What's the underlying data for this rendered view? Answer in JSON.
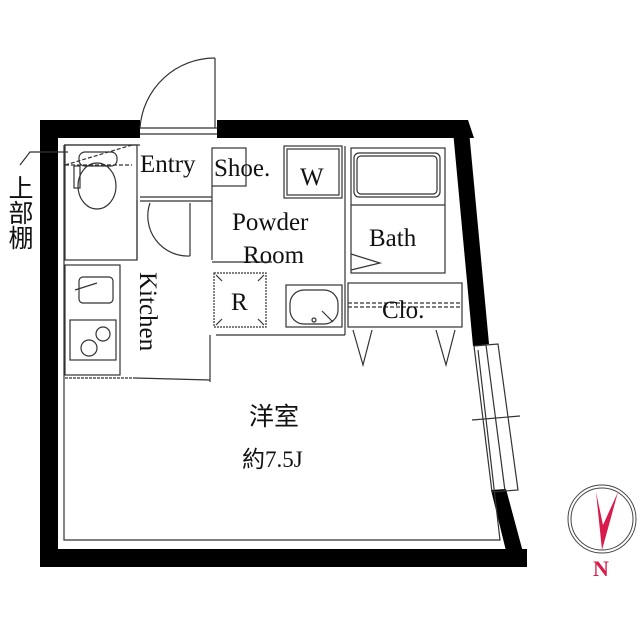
{
  "floorplan": {
    "rooms": {
      "entry": "Entry",
      "shoe": "Shoe.",
      "washer": "W",
      "powder_room_line1": "Powder",
      "powder_room_line2": "Room",
      "bath": "Bath",
      "refrigerator": "R",
      "closet": "Clo.",
      "kitchen": "Kitchen",
      "western_room": "洋室",
      "western_room_size": "約7.5J"
    },
    "annotations": {
      "upper_shelf": "上部棚"
    },
    "compass": {
      "label": "N",
      "color": "#d81b4a"
    },
    "colors": {
      "wall": "#000000",
      "line": "#333333",
      "background": "#ffffff"
    }
  }
}
